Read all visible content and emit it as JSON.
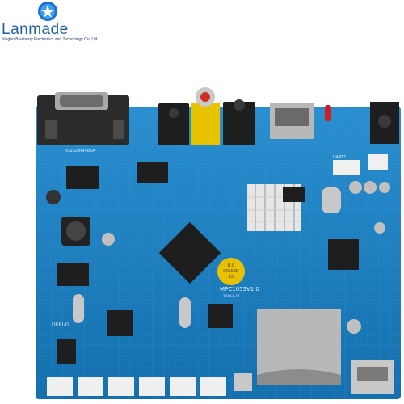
{
  "logo": {
    "brand": "Lanmade",
    "tagline": "Ningbo Blueberry Electronics and Technology Co.,Ltd",
    "badge_icon": "star-swirl-icon",
    "color": "#1f5fa0"
  },
  "board": {
    "pcb_color": "#1a7fc0",
    "model_label": "MPC1055V1.0",
    "date_label": "2014-8-11",
    "qc_sticker": {
      "line1": "Q.C",
      "line2": "PASSED",
      "line3": "10"
    },
    "port_label": "RS232/RS485A",
    "debug_label": "DEBUG",
    "uart_label": "UART1"
  }
}
